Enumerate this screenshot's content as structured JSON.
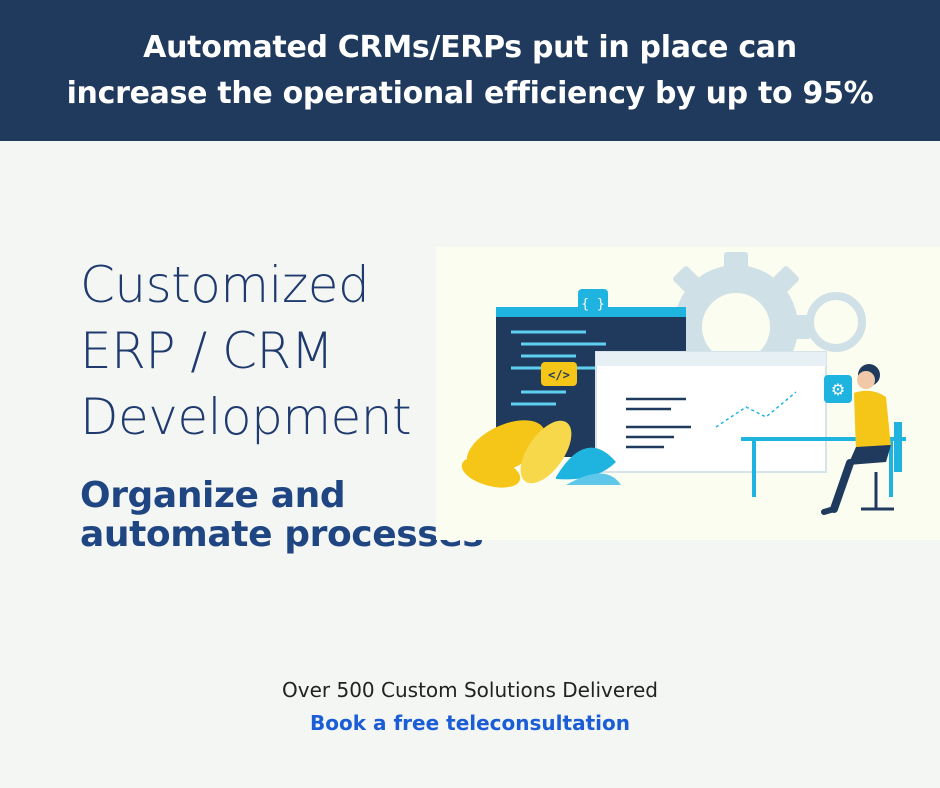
{
  "banner": {
    "line1": "Automated CRMs/ERPs put in place can",
    "line2": "increase the operational efficiency by up to 95%"
  },
  "title": {
    "line1": "Customized",
    "line2": "ERP / CRM",
    "line3": "Development"
  },
  "subtitle": {
    "line1": "Organize and",
    "line2": "automate processes"
  },
  "illustration": {
    "code_badge": "{ }",
    "tag_badge": "</>",
    "gear_badge": "⚙"
  },
  "footer": {
    "stat": "Over 500 Custom Solutions Delivered",
    "cta": "Book a free teleconsultation"
  },
  "colors": {
    "banner_bg": "#1f3a5c",
    "page_bg": "#f4f6f3",
    "title": "#1f3a6e",
    "subtitle": "#1f4682",
    "cta": "#1a5dd6",
    "accent_teal": "#1fb4e0",
    "accent_yellow": "#f5c518"
  }
}
